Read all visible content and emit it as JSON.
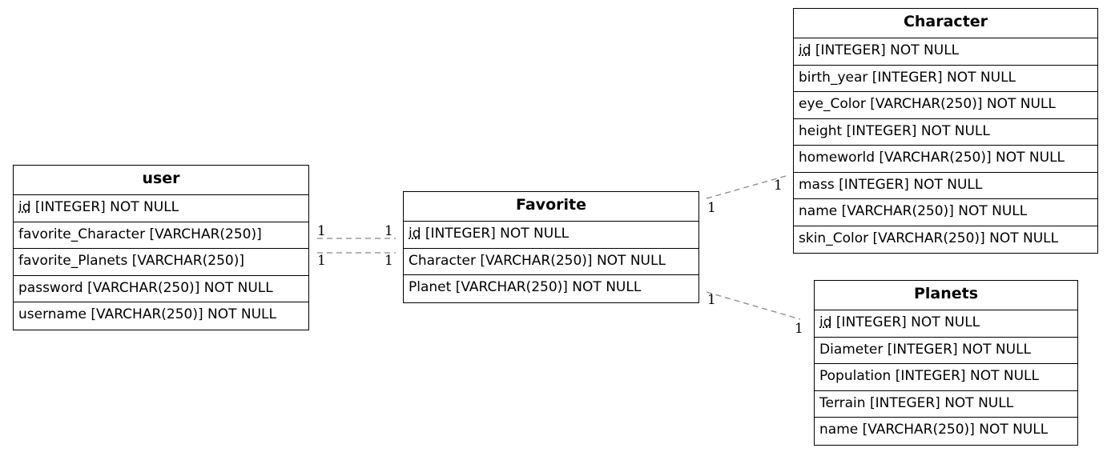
{
  "entities": {
    "user": {
      "title": "user",
      "fields": [
        {
          "key": "id",
          "rest": " [INTEGER] NOT NULL"
        },
        {
          "key": "",
          "rest": "favorite_Character [VARCHAR(250)]"
        },
        {
          "key": "",
          "rest": "favorite_Planets [VARCHAR(250)]"
        },
        {
          "key": "",
          "rest": "password [VARCHAR(250)] NOT NULL"
        },
        {
          "key": "",
          "rest": "username [VARCHAR(250)] NOT NULL"
        }
      ]
    },
    "favorite": {
      "title": "Favorite",
      "fields": [
        {
          "key": "id",
          "rest": " [INTEGER] NOT NULL"
        },
        {
          "key": "",
          "rest": "Character [VARCHAR(250)] NOT NULL"
        },
        {
          "key": "",
          "rest": "Planet [VARCHAR(250)] NOT NULL"
        }
      ]
    },
    "character": {
      "title": "Character",
      "fields": [
        {
          "key": "id",
          "rest": " [INTEGER] NOT NULL"
        },
        {
          "key": "",
          "rest": "birth_year [INTEGER] NOT NULL"
        },
        {
          "key": "",
          "rest": "eye_Color [VARCHAR(250)] NOT NULL"
        },
        {
          "key": "",
          "rest": "height [INTEGER] NOT NULL"
        },
        {
          "key": "",
          "rest": "homeworld [VARCHAR(250)] NOT NULL"
        },
        {
          "key": "",
          "rest": "mass [INTEGER] NOT NULL"
        },
        {
          "key": "",
          "rest": "name [VARCHAR(250)] NOT NULL"
        },
        {
          "key": "",
          "rest": "skin_Color [VARCHAR(250)] NOT NULL"
        }
      ]
    },
    "planets": {
      "title": "Planets",
      "fields": [
        {
          "key": "id",
          "rest": " [INTEGER] NOT NULL"
        },
        {
          "key": "",
          "rest": "Diameter [INTEGER] NOT NULL"
        },
        {
          "key": "",
          "rest": "Population [INTEGER] NOT NULL"
        },
        {
          "key": "",
          "rest": "Terrain [INTEGER] NOT NULL"
        },
        {
          "key": "",
          "rest": "name [VARCHAR(250)] NOT NULL"
        }
      ]
    }
  },
  "relations": [
    {
      "name": "user-favorite-character",
      "card_a": "1",
      "card_b": "1"
    },
    {
      "name": "user-favorite-planets",
      "card_a": "1",
      "card_b": "1"
    },
    {
      "name": "favorite-character",
      "card_a": "1",
      "card_b": "1"
    },
    {
      "name": "favorite-planets",
      "card_a": "1",
      "card_b": "1"
    }
  ],
  "colors": {
    "border": "#000000",
    "relation_line": "#888888",
    "background": "#ffffff"
  }
}
